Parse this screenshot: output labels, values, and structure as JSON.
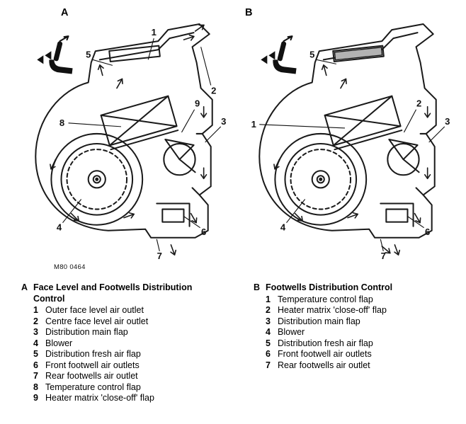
{
  "figure": {
    "ref_code": "M80 0464",
    "diagrams": [
      {
        "label": "A",
        "callouts": [
          "1",
          "2",
          "3",
          "4",
          "5",
          "6",
          "7",
          "8",
          "9"
        ]
      },
      {
        "label": "B",
        "callouts": [
          "1",
          "2",
          "3",
          "4",
          "5",
          "6",
          "7"
        ]
      }
    ]
  },
  "colors": {
    "line": "#1a1a1a",
    "shaded_flap": "#b3b3b3",
    "text": "#000000",
    "background": "#ffffff"
  },
  "legends": [
    {
      "key": "A",
      "title": "Face Level and Footwells Distribution Control",
      "items": [
        {
          "num": "1",
          "text": "Outer face level air outlet"
        },
        {
          "num": "2",
          "text": "Centre face level air outlet"
        },
        {
          "num": "3",
          "text": "Distribution main flap"
        },
        {
          "num": "4",
          "text": "Blower"
        },
        {
          "num": "5",
          "text": "Distribution fresh air flap"
        },
        {
          "num": "6",
          "text": "Front footwell air outlets"
        },
        {
          "num": "7",
          "text": "Rear footwells air outlet"
        },
        {
          "num": "8",
          "text": "Temperature control flap"
        },
        {
          "num": "9",
          "text": "Heater matrix 'close-off' flap"
        }
      ]
    },
    {
      "key": "B",
      "title": "Footwells Distribution Control",
      "items": [
        {
          "num": "1",
          "text": "Temperature control flap"
        },
        {
          "num": "2",
          "text": "Heater matrix 'close-off' flap"
        },
        {
          "num": "3",
          "text": "Distribution main flap"
        },
        {
          "num": "4",
          "text": "Blower"
        },
        {
          "num": "5",
          "text": "Distribution fresh air flap"
        },
        {
          "num": "6",
          "text": "Front footwell air outlets"
        },
        {
          "num": "7",
          "text": "Rear footwells air outlet"
        }
      ]
    }
  ]
}
